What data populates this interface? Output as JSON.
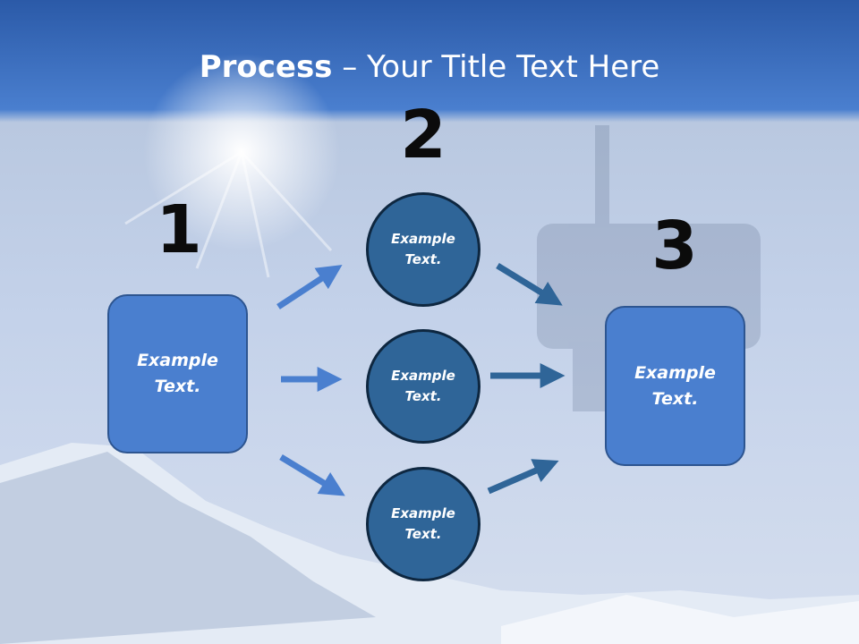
{
  "slide": {
    "title_bold": "Process",
    "title_rest": " – Your Title Text Here",
    "step_numbers": [
      "1",
      "2",
      "3"
    ],
    "start_box": {
      "line1": "Example",
      "line2": "Text."
    },
    "middle_circles": [
      {
        "line1": "Example",
        "line2": "Text."
      },
      {
        "line1": "Example",
        "line2": "Text."
      },
      {
        "line1": "Example",
        "line2": "Text."
      }
    ],
    "end_box": {
      "line1": "Example",
      "line2": "Text."
    }
  },
  "colors": {
    "box_fill": "#4a7fcf",
    "circle_fill": "#2f6598",
    "left_arrows": "#4a7fcf",
    "right_arrows": "#2f6598",
    "title_bar": "#3a74c4"
  }
}
